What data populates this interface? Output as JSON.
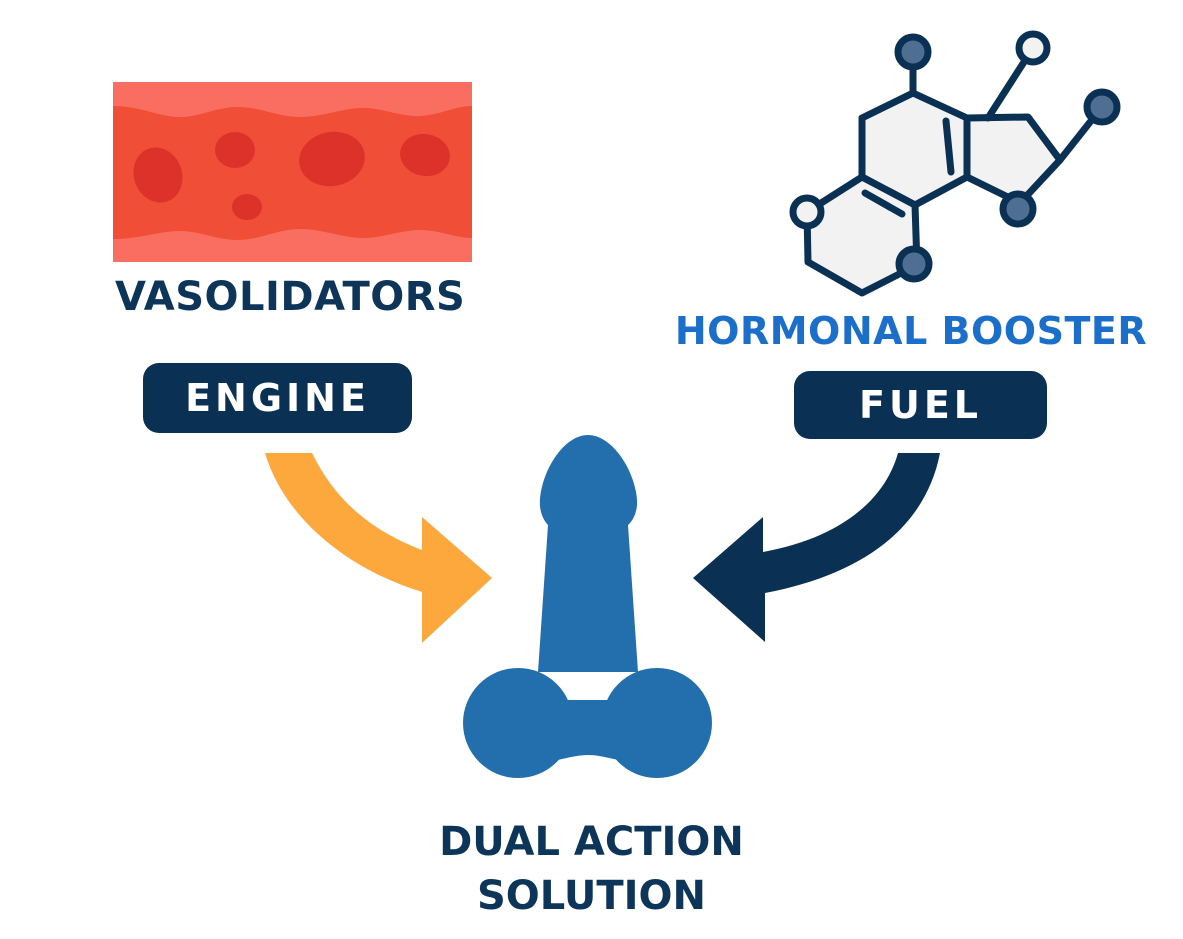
{
  "left_component": {
    "title": "VASOLIDATORS",
    "role_label": "ENGINE",
    "illustration": "blood-vessel-icon"
  },
  "right_component": {
    "title": "HORMONAL BOOSTER",
    "role_label": "FUEL",
    "illustration": "molecule-icon"
  },
  "result": {
    "line1": "DUAL ACTION",
    "line2": "SOLUTION",
    "illustration": "male-anatomy-icon"
  },
  "colors": {
    "navy": "#0a3154",
    "accent_blue": "#1b6fcb",
    "orange_arrow": "#fca83d",
    "blood": "#f04e36",
    "vessel_wall": "#f96e61",
    "blood_cell": "#dd3229",
    "center_icon": "#236fae",
    "molecule_fill": "#f2f2f2",
    "molecule_node": "#4e6f92"
  }
}
